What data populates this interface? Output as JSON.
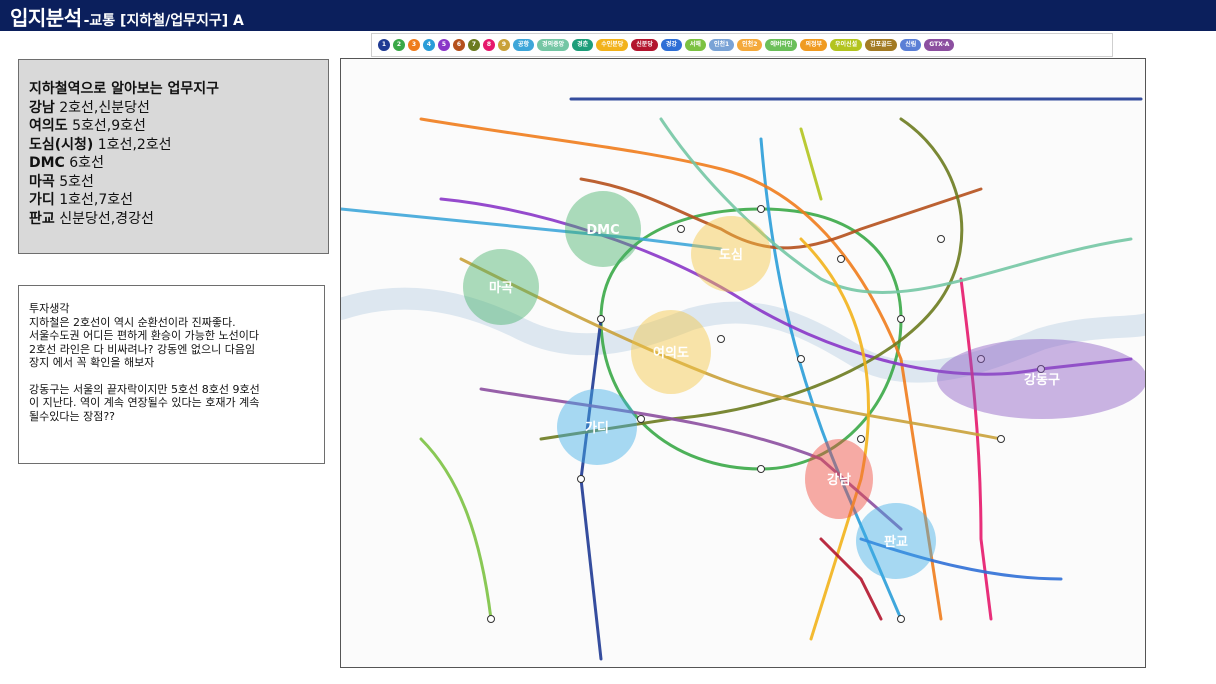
{
  "header": {
    "title": "입지분석",
    "subtitle": "-교통 [지하철/업무지구] A"
  },
  "business_districts": {
    "heading": "지하철역으로 알아보는 업무지구",
    "rows": [
      {
        "name": "강남",
        "lines": " 2호선,신분당선"
      },
      {
        "name": "여의도",
        "lines": " 5호선,9호선"
      },
      {
        "name": "도심(시청)",
        "lines": " 1호선,2호선"
      },
      {
        "name": "DMC",
        "lines": " 6호선"
      },
      {
        "name": "마곡",
        "lines": " 5호선"
      },
      {
        "name": "가디",
        "lines": " 1호선,7호선"
      },
      {
        "name": "판교",
        "lines": " 신분당선,경강선"
      }
    ]
  },
  "investment_thoughts": {
    "lines": [
      "투자생각",
      "지하철은 2호선이 역시 순환선이라 진짜좋다.",
      "서울수도권 어디든 편하게 환승이 가능한 노선이다",
      "2호선 라인은 다 비싸려나? 강동엔 없으니 다음임",
      "장지 에서 꼭 확인을 해보자",
      "",
      "강동구는 서울의 끝자락이지만 5호선 8호선 9호선",
      "이 지난다. 역이 계속 연장될수 있다는 호재가 계속",
      "될수있다는 장점??"
    ]
  },
  "legend": {
    "items": [
      {
        "label": "1",
        "color": "#1f3a93"
      },
      {
        "label": "2",
        "color": "#3aa847"
      },
      {
        "label": "3",
        "color": "#ef7c1c"
      },
      {
        "label": "4",
        "color": "#2a9dd8"
      },
      {
        "label": "5",
        "color": "#8a36c8"
      },
      {
        "label": "6",
        "color": "#b5501c"
      },
      {
        "label": "7",
        "color": "#6b7b1f"
      },
      {
        "label": "8",
        "color": "#e6186c"
      },
      {
        "label": "9",
        "color": "#c9a13a"
      },
      {
        "label": "공항",
        "color": "#3ea6d9"
      },
      {
        "label": "경의중앙",
        "color": "#74c6a4"
      },
      {
        "label": "경춘",
        "color": "#1e9e7a"
      },
      {
        "label": "수인분당",
        "color": "#f2b21b"
      },
      {
        "label": "신분당",
        "color": "#b3152e"
      },
      {
        "label": "경강",
        "color": "#2f6fd6"
      },
      {
        "label": "서해",
        "color": "#7cc242"
      },
      {
        "label": "인천1",
        "color": "#7aa3d6"
      },
      {
        "label": "인천2",
        "color": "#f4a93b"
      },
      {
        "label": "에버라인",
        "color": "#6bbf59"
      },
      {
        "label": "의정부",
        "color": "#f09b21"
      },
      {
        "label": "우이신설",
        "color": "#b3c41f"
      },
      {
        "label": "김포골드",
        "color": "#a37b24"
      },
      {
        "label": "신림",
        "color": "#5b7fd6"
      },
      {
        "label": "GTX-A",
        "color": "#8c4fa0"
      }
    ]
  },
  "map": {
    "areas": [
      {
        "label": "DMC",
        "color": "#47b26b"
      },
      {
        "label": "마곡",
        "color": "#47b26b"
      },
      {
        "label": "도심",
        "color": "#f4c542"
      },
      {
        "label": "여의도",
        "color": "#f4c542"
      },
      {
        "label": "가디",
        "color": "#3eaee6"
      },
      {
        "label": "강동구",
        "color": "#8c5cc4"
      },
      {
        "label": "강남",
        "color": "#f0483a"
      },
      {
        "label": "판교",
        "color": "#3eaee6"
      }
    ]
  }
}
